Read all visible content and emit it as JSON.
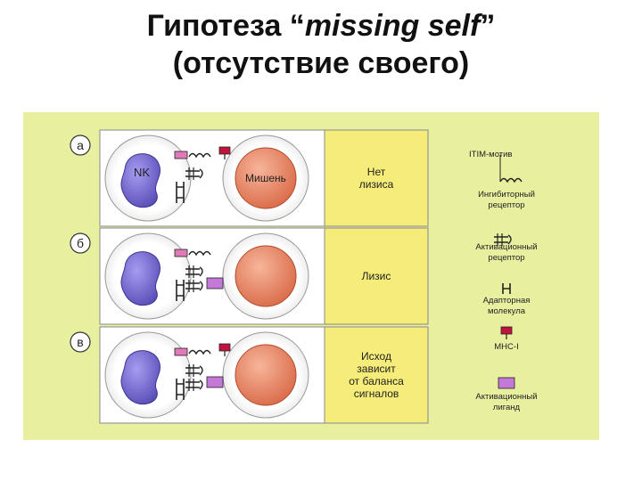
{
  "title": {
    "line1_prefix": "Гипотеза “",
    "line1_em": "missing self",
    "line1_suffix": "”",
    "line2": "(отсутствие своего)"
  },
  "figure": {
    "rows": [
      {
        "letter": "а",
        "nk_label": "NK",
        "target_label": "Мишень",
        "outcome": [
          "Нет",
          "лизиса"
        ]
      },
      {
        "letter": "б",
        "nk_label": "",
        "target_label": "",
        "outcome": [
          "Лизис"
        ]
      },
      {
        "letter": "в",
        "nk_label": "",
        "target_label": "",
        "outcome": [
          "Исход",
          "зависит",
          "от баланса",
          "сигналов"
        ]
      }
    ],
    "legend": [
      {
        "icon": "itim-motif-icon",
        "text": [
          "ITIM-мотив"
        ]
      },
      {
        "icon": "inhibitory-receptor-icon",
        "text": [
          "Ингибиторный",
          "рецептор"
        ]
      },
      {
        "icon": "activating-receptor-icon",
        "text": [
          "Активационный",
          "рецептор"
        ]
      },
      {
        "icon": "adaptor-molecule-icon",
        "text": [
          "Адапторная",
          "молекула"
        ]
      },
      {
        "icon": "mhc-i-icon",
        "text": [
          "MHC-I"
        ]
      },
      {
        "icon": "activating-ligand-icon",
        "text": [
          "Активационный",
          "лиганд"
        ]
      }
    ],
    "colors": {
      "background": "#e8f0a0",
      "panel": "#ffffff",
      "outcome_panel": "#f5ec7a",
      "nk_cell": "#7b6fd0",
      "target_cell": "#ec8c6c",
      "mhc": "#c0143c",
      "receptor": "#e07ab8",
      "ligand": "#c478d8"
    }
  }
}
